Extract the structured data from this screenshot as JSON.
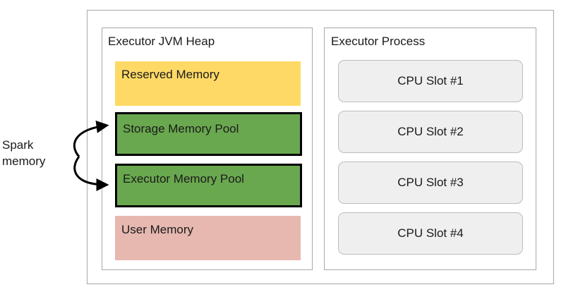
{
  "diagram": {
    "heap": {
      "title": "Executor JVM Heap",
      "blocks": {
        "reserved": "Reserved Memory",
        "storage": "Storage Memory Pool",
        "executor": "Executor Memory Pool",
        "user": "User Memory"
      }
    },
    "process": {
      "title": "Executor Process",
      "slots": [
        "CPU Slot #1",
        "CPU Slot #2",
        "CPU Slot #3",
        "CPU Slot #4"
      ]
    },
    "spark_label": {
      "line1": "Spark",
      "line2": "memory"
    },
    "colors": {
      "reserved": "#ffd966",
      "pool": "#6aa84f",
      "user": "#e6b8af",
      "slot": "#efefef",
      "border": "#a8a8a8"
    }
  }
}
